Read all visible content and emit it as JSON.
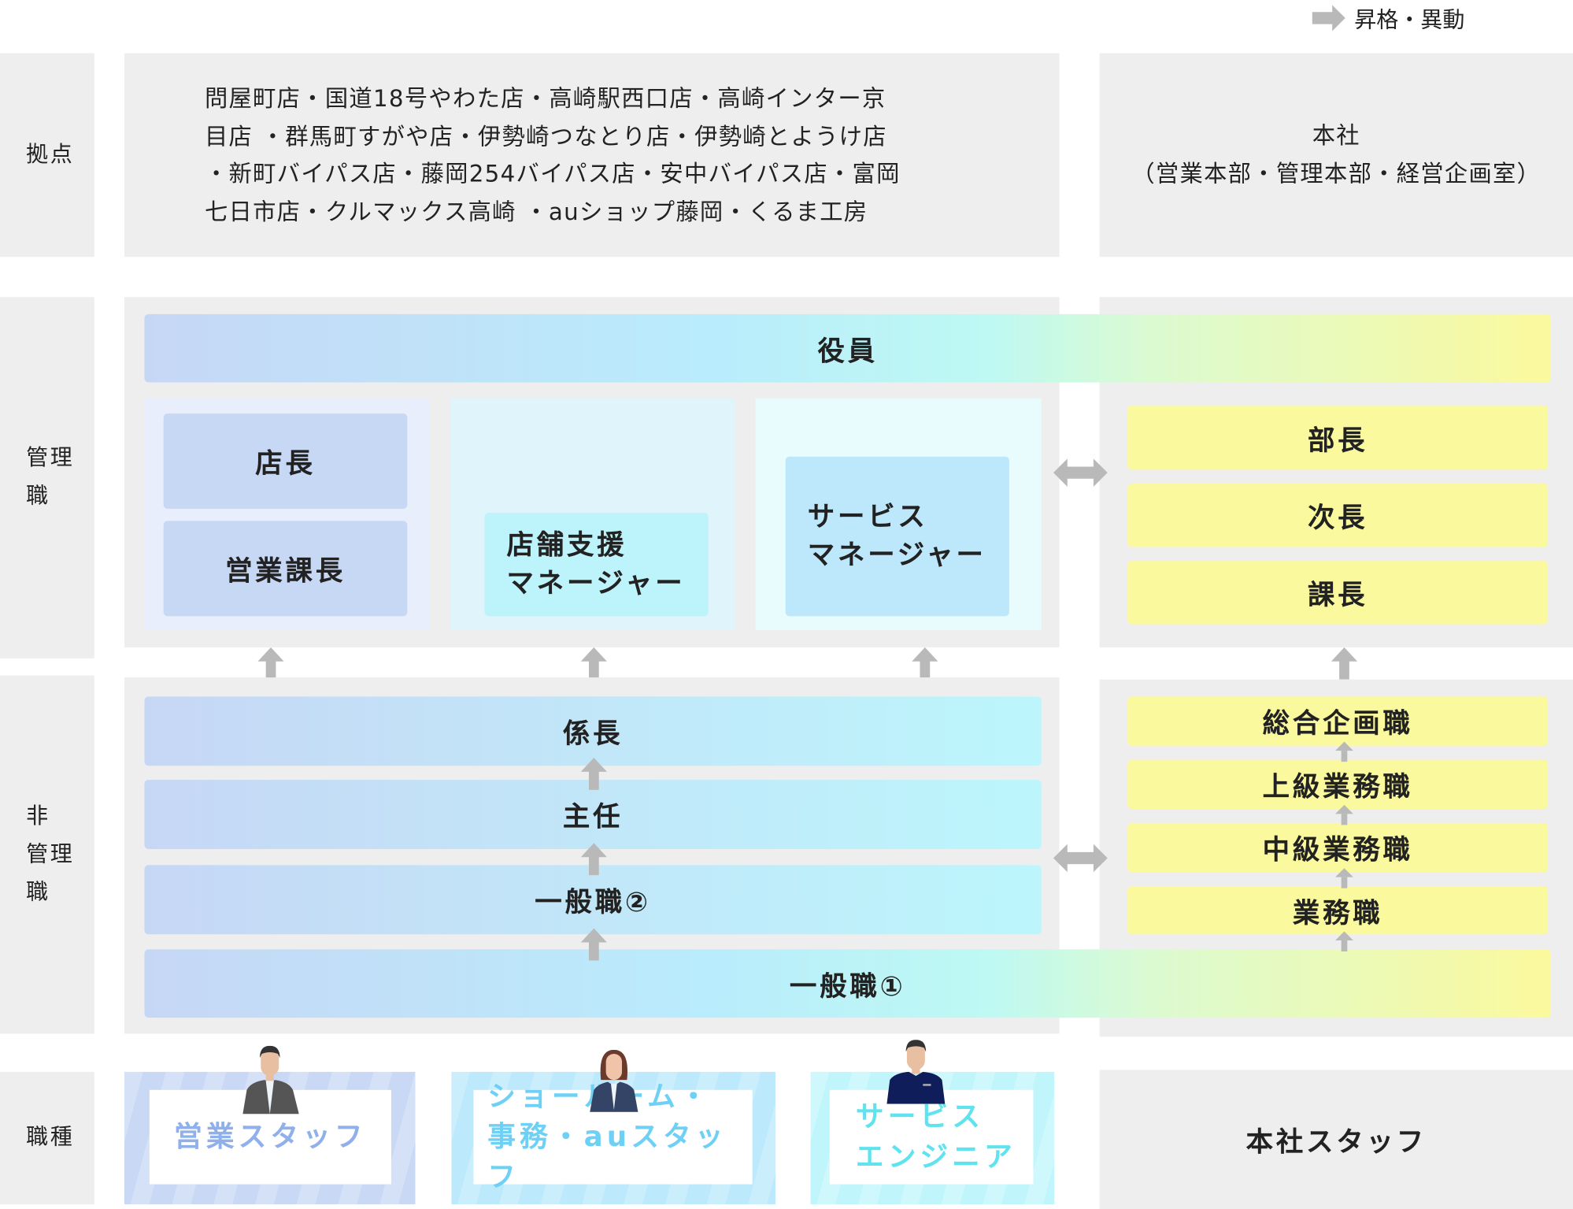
{
  "legend": {
    "label": "昇格・異動"
  },
  "rows": {
    "bases": "拠点",
    "management": "管理職",
    "non_management_lines": [
      "非",
      "管理",
      "職"
    ],
    "job_type": "職種"
  },
  "bases": {
    "stores_lines": [
      "問屋町店・国道18号やわた店・高崎駅西口店・高崎インター京",
      "目店 ・群馬町すがや店・伊勢崎つなとり店・伊勢崎とようけ店",
      "・新町バイパス店・藤岡254バイパス店・安中バイパス店・富岡",
      "七日市店・クルマックス高崎 ・auショップ藤岡・くるま工房"
    ],
    "hq_lines": [
      "本社",
      "（営業本部・管理本部・経営企画室）"
    ]
  },
  "management": {
    "executive": "役員",
    "store_manager": "店長",
    "sales_manager": "営業課長",
    "store_support_lines": [
      "店舗支援",
      "マネージャー"
    ],
    "service_lines": [
      "サービス",
      "マネージャー"
    ],
    "hq": [
      "部長",
      "次長",
      "課長"
    ]
  },
  "non_management": {
    "chief": "係長",
    "lead": "主任",
    "general2": "一般職②",
    "general1": "一般職①",
    "hq": [
      "総合企画職",
      "上級業務職",
      "中級業務職",
      "業務職"
    ]
  },
  "job_types": {
    "sales": "営業スタッフ",
    "showroom_lines": [
      "ショールーム・",
      "事務・auスタッフ"
    ],
    "service_lines": [
      "サービス",
      "エンジニア"
    ],
    "hq": "本社スタッフ"
  },
  "colors": {
    "gray": "#eeeeee",
    "yellow": "#fbf99d",
    "blue": "#c6d7f5",
    "cyan": "#bcf6fc",
    "arrow": "#b9b9b9"
  }
}
